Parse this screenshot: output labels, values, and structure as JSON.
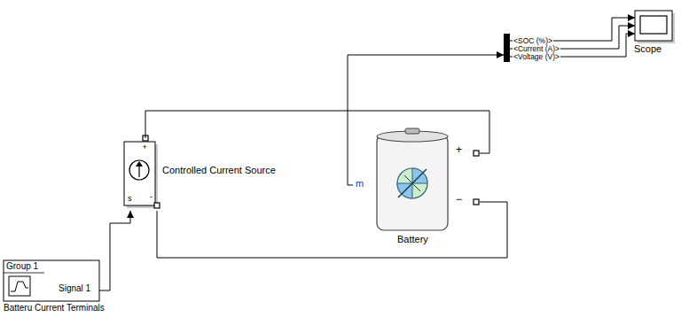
{
  "diagram": {
    "nodes": [
      {
        "text": [
          "<SOC (%)>",
          "<Current (A)>",
          "<Voltage (V)>"
        ]
      },
      {
        "text": [
          "Scope"
        ]
      },
      {
        "text": [
          "+",
          "s",
          "-",
          "Controlled Current Source"
        ]
      },
      {
        "text": [
          "m",
          "+",
          "−",
          "Battery"
        ]
      },
      {
        "text": [
          "Group 1",
          "Signal 1",
          "Batteru Current Terminals"
        ]
      }
    ],
    "edges": [
      {
        "from": 4,
        "to": 2,
        "arrow": "to"
      },
      {
        "from": 3,
        "to": 0,
        "arrow": "to"
      },
      {
        "from": 0,
        "to": 1,
        "arrow": "to"
      },
      {
        "from": 0,
        "to": 1,
        "arrow": "to"
      },
      {
        "from": 0,
        "to": 1,
        "arrow": "to"
      },
      {
        "from": 2,
        "to": 3,
        "arrow": "none"
      },
      {
        "from": 2,
        "to": 3,
        "arrow": "none"
      }
    ]
  }
}
